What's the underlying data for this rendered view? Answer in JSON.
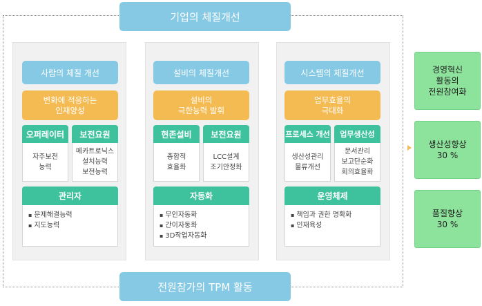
{
  "top_banner": "기업의 체질개선",
  "bottom_banner": "전원참가의 TPM 활동",
  "columns": [
    {
      "title": "사람의 체질 개선",
      "goal": "변화에 적응하는\n인재양성",
      "box_a": {
        "head": "오퍼레이터",
        "body": "자주보전\n능력"
      },
      "box_b": {
        "head": "보전요원",
        "body": "메카트로닉스\n설치능력\n보전능력"
      },
      "wide": {
        "head": "관리자",
        "items": [
          "문제해결능력",
          "지도능력"
        ]
      }
    },
    {
      "title": "설비의 체질개선",
      "goal": "설비의\n극한능력 발휘",
      "box_a": {
        "head": "현존설비",
        "body": "종합적\n효율화"
      },
      "box_b": {
        "head": "보전요원",
        "body": "LCC설계\n조기안정화"
      },
      "wide": {
        "head": "자동화",
        "items": [
          "무인자동화",
          "간이자동화",
          "3D작업자동화"
        ]
      }
    },
    {
      "title": "시스템의 체질개선",
      "goal": "업무효율의\n극대화",
      "box_a": {
        "head": "프로세스 개선",
        "body": "생산성관리\n물류개선"
      },
      "box_b": {
        "head": "업무생산성",
        "body": "문서관리\n보고단순화\n회의효율화"
      },
      "wide": {
        "head": "운영체제",
        "items": [
          "책임과 권한 명확화",
          "인재육성"
        ]
      }
    }
  ],
  "results": [
    "경영혁신\n활동의\n전원참여화",
    "생산성향상\n30 %",
    "품질향상\n30 %"
  ],
  "colors": {
    "banner_blue": "#85c9e4",
    "goal_orange": "#f5bb53",
    "head_teal": "#3ec29d",
    "result_green": "#8ee39c"
  }
}
